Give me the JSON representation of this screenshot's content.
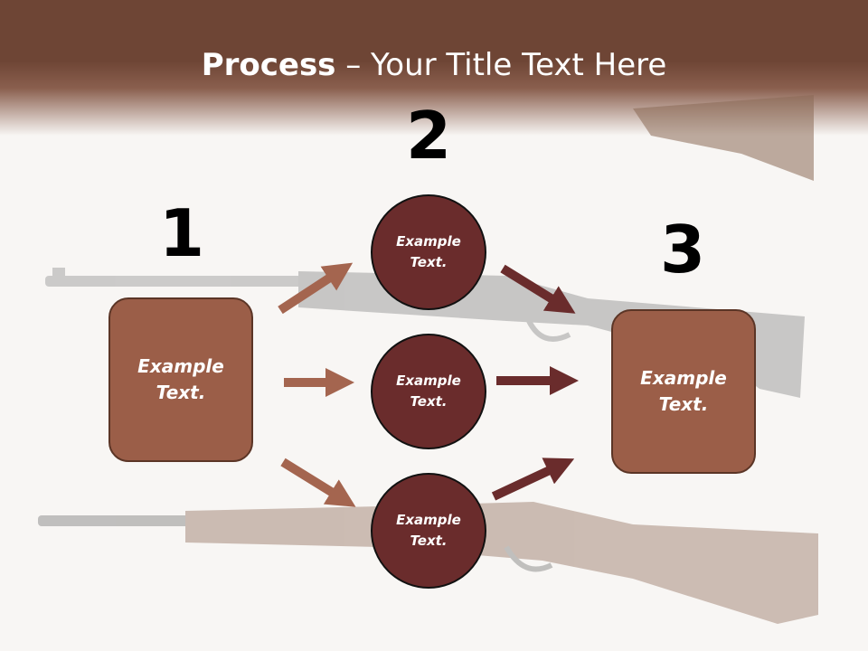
{
  "title": {
    "bold": "Process",
    "rest": " – Your Title Text Here"
  },
  "steps": {
    "one": "1",
    "two": "2",
    "three": "3"
  },
  "box_left": {
    "line1": "Example",
    "line2": "Text."
  },
  "box_right": {
    "line1": "Example",
    "line2": "Text."
  },
  "circle_top": {
    "line1": "Example",
    "line2": "Text."
  },
  "circle_mid": {
    "line1": "Example",
    "line2": "Text."
  },
  "circle_bottom": {
    "line1": "Example",
    "line2": "Text."
  },
  "colors": {
    "header": "#6e4535",
    "box": "#9b5e48",
    "circle": "#6a2c2c",
    "arrow_light": "#a4654f",
    "arrow_dark": "#6a2c2c"
  }
}
